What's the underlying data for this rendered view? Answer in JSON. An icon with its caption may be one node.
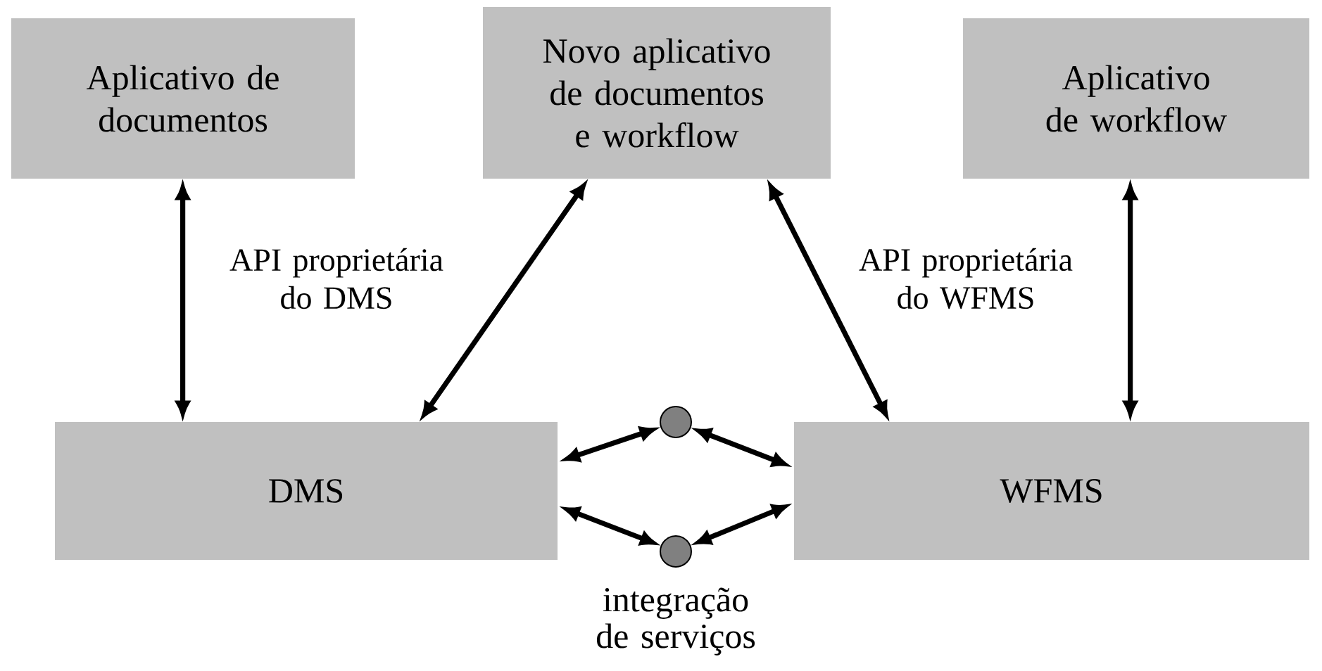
{
  "diagram": {
    "nodes": [
      {
        "text": [
          "Aplicativo de documentos"
        ]
      },
      {
        "text": [
          "Novo aplicativo de documentos e workflow"
        ]
      },
      {
        "text": [
          "Aplicativo de workflow"
        ]
      },
      {
        "text": [
          "DMS"
        ]
      },
      {
        "text": [
          "WFMS"
        ]
      },
      {
        "text": [],
        "shape": "circle"
      },
      {
        "text": [],
        "shape": "circle",
        "beside": [
          "integração de serviços"
        ]
      }
    ],
    "edges": [
      {
        "from": 0,
        "to": 3,
        "arrow": "both"
      },
      {
        "from": 1,
        "to": 3,
        "arrow": "both"
      },
      {
        "from": 1,
        "to": 4,
        "arrow": "both"
      },
      {
        "from": 2,
        "to": 4,
        "arrow": "both"
      },
      {
        "from": 3,
        "to": 5,
        "arrow": "both"
      },
      {
        "from": 5,
        "to": 4,
        "arrow": "both"
      },
      {
        "from": 3,
        "to": 6,
        "arrow": "both"
      },
      {
        "from": 6,
        "to": 4,
        "arrow": "both"
      }
    ],
    "labels": [
      "API proprietária do DMS",
      "API proprietária do WFMS"
    ]
  }
}
